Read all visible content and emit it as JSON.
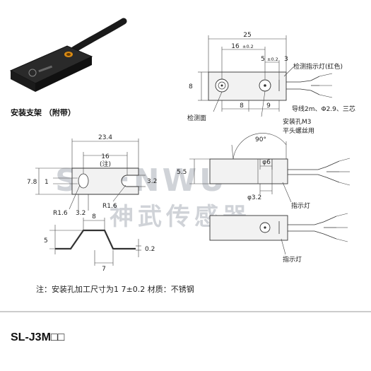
{
  "bracket_photo_caption": "安装支架 （附带）",
  "top_view": {
    "dim_overall": "25",
    "dim_hole_pos": "16",
    "dim_hole_pos_tol": "±0.2",
    "dim_led_pos": "5",
    "dim_led_pos_tol": "±0.2",
    "dim_end": "3",
    "dim_height": "8",
    "dim_bottom_8": "8",
    "dim_bottom_9": "9",
    "label_led": "检测指示灯(红色)",
    "label_face": "检测面",
    "label_wire": "导线2m、Φ2.9、三芯",
    "label_hole_1": "安装孔M3",
    "label_hole_2": "平头螺丝用"
  },
  "bracket_view": {
    "dim_width": "23.4",
    "dim_slot": "16",
    "dim_slot_note": "(注)",
    "dim_height": "7.8",
    "dim_left": "1",
    "dim_right": "3.2",
    "dim_r_left": "R1.6",
    "dim_bottom": "3.2",
    "dim_r_right": "R1.6"
  },
  "bracket_side": {
    "dim_top": "8",
    "dim_height": "5",
    "dim_thickness": "0.2",
    "dim_bottom": "7"
  },
  "side_view": {
    "dim_angle": "90°",
    "dim_dia6": "φ6",
    "dim_height": "5.5",
    "dim_dia32": "φ3.2",
    "label_indicator": "指示灯",
    "label_indicator_2": "指示灯"
  },
  "watermark": {
    "brand": "SHENWU",
    "cn": "神武传感器"
  },
  "footnote": "注：安装孔加工尺寸为1 7±0.2 材质：不锈钢",
  "model": "SL-J3M□□"
}
